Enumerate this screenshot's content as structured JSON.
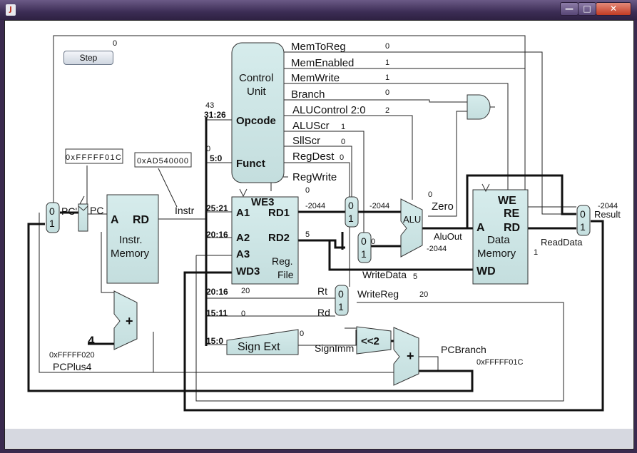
{
  "window": {
    "title": "",
    "min": "—",
    "max": "□",
    "close": "✕"
  },
  "step_button": "Step",
  "step_count": "0",
  "pc_value": "0xFFFFF01C",
  "instr_value": "0xAD540000",
  "control_unit": {
    "title_line1": "Control",
    "title_line2": "Unit",
    "opcode": "Opcode",
    "funct": "Funct",
    "opcode_bits": "31:26",
    "opcode_value": "43",
    "funct_bits": "5:0",
    "funct_value": "0"
  },
  "signals": [
    {
      "name": "MemToReg",
      "value": "0"
    },
    {
      "name": "MemEnabled",
      "value": "1"
    },
    {
      "name": "MemWrite",
      "value": "1"
    },
    {
      "name": "Branch",
      "value": "0"
    },
    {
      "name": "ALUControl 2:0",
      "value": "2"
    },
    {
      "name": "ALUScr",
      "value": "1"
    },
    {
      "name": "SllScr",
      "value": "0"
    },
    {
      "name": "RegDest",
      "value": "0"
    }
  ],
  "regwrite": {
    "label": "RegWrite",
    "value": "0"
  },
  "pc_mux": {
    "in0": "0",
    "in1": "1"
  },
  "pc_reg": {
    "label_in": "PC'",
    "label_out": "PC"
  },
  "instr_mem": {
    "a": "A",
    "rd": "RD",
    "line1": "Instr.",
    "line2": "Memory",
    "instr_label": "Instr"
  },
  "regfile": {
    "we3": "WE3",
    "a1": "A1",
    "a2": "A2",
    "a3": "A3",
    "wd3": "WD3",
    "rd1": "RD1",
    "rd2": "RD2",
    "line1": "Reg.",
    "line2": "File",
    "bits_a1": "25:21",
    "bits_a2": "20:16",
    "rd1_value": "-2044",
    "rd2_value": "5"
  },
  "alu": {
    "label": "ALU",
    "srca": "-2044",
    "b_mux_value": "0",
    "zero_label": "Zero",
    "zero_value": "0",
    "aluout_label": "AluOut",
    "aluout_value": "-2044"
  },
  "mux_a": {
    "in0": "0",
    "in1": "1"
  },
  "mux_b": {
    "in0": "0",
    "in1": "1"
  },
  "data_mem": {
    "we": "WE",
    "re": "RE",
    "rd": "RD",
    "a": "A",
    "wd": "WD",
    "line1": "Data",
    "line2": "Memory"
  },
  "writedata": {
    "label": "WriteData",
    "value": "5"
  },
  "readdata": {
    "label": "ReadData",
    "value": "1"
  },
  "result": {
    "label": "Result",
    "value": "-2044"
  },
  "result_mux": {
    "in0": "0",
    "in1": "1"
  },
  "writereg": {
    "rt_bits": "20:16",
    "rt_value": "20",
    "rt_label": "Rt",
    "rd_bits": "15:11",
    "rd_value": "0",
    "rd_label": "Rd",
    "label": "WriteReg",
    "value": "20"
  },
  "writereg_mux": {
    "in0": "0",
    "in1": "1"
  },
  "sign_ext": {
    "label": "Sign Ext",
    "bits": "15:0",
    "value": "0",
    "out_label": "SignImm"
  },
  "shift": {
    "label": "<<2"
  },
  "pcplus4": {
    "const": "4",
    "value": "0xFFFFF020",
    "label": "PCPlus4",
    "plus": "+"
  },
  "pcbranch": {
    "label": "PCBranch",
    "value": "0xFFFFF01C",
    "plus": "+"
  }
}
